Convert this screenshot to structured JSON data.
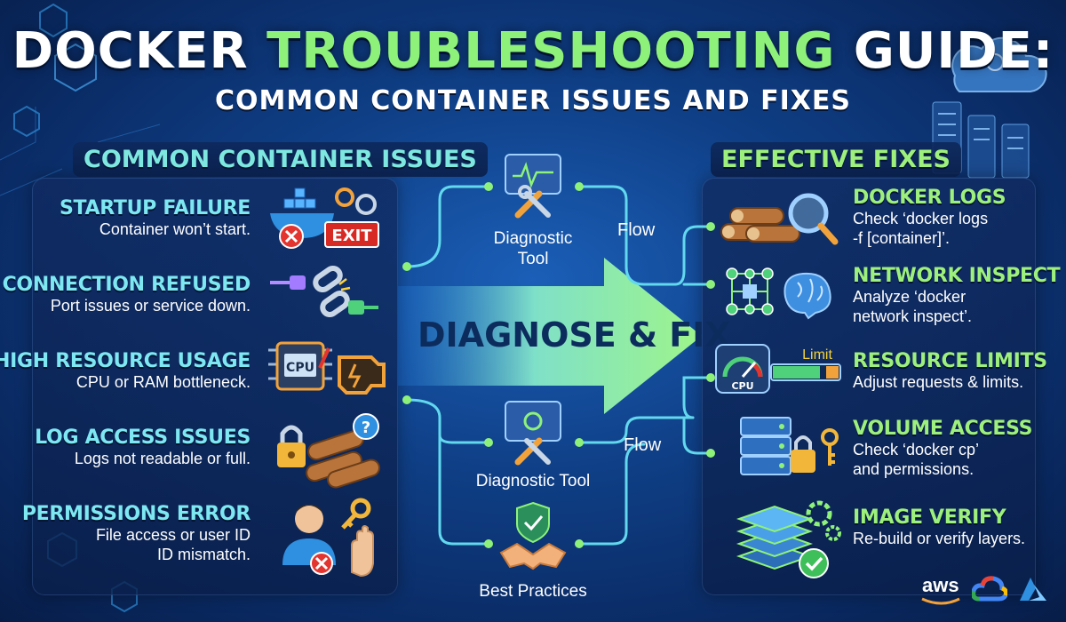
{
  "title": {
    "part1": "DOCKER ",
    "part2": "TROUBLESHOOTING",
    "part3": " GUIDE:"
  },
  "subtitle": "COMMON CONTAINER ISSUES AND FIXES",
  "left_heading": "COMMON CONTAINER ISSUES",
  "right_heading": "EFFECTIVE FIXES",
  "issues": [
    {
      "title": "STARTUP FAILURE",
      "desc": "Container won’t start.",
      "icon": "docker-exit-icon",
      "badge": "EXIT"
    },
    {
      "title": "CONNECTION REFUSED",
      "desc": "Port issues or service down.",
      "icon": "broken-chain-plug-icon"
    },
    {
      "title": "HIGH RESOURCE USAGE",
      "desc": "CPU or RAM bottleneck.",
      "icon": "cpu-engine-icon",
      "badge": "CPU"
    },
    {
      "title": "LOG ACCESS ISSUES",
      "desc": "Logs not readable or full.",
      "icon": "locked-logs-icon"
    },
    {
      "title": "PERMISSIONS ERROR",
      "desc": "File access or user ID",
      "desc2": "ID mismatch.",
      "icon": "user-key-icon"
    }
  ],
  "center": {
    "arrow_text": "DIAGNOSE & FIX",
    "top_tool": {
      "line1": "Diagnostic",
      "line2": "Tool"
    },
    "bottom_tool": "Diagnostic Tool",
    "best_practices": "Best Practices",
    "flow_top": "Flow",
    "flow_bottom": "Flow"
  },
  "fixes": [
    {
      "title": "DOCKER LOGS",
      "desc": "Check ‘docker logs\n-f [container]’.",
      "icon": "logs-magnifier-icon"
    },
    {
      "title": "NETWORK INSPECT",
      "desc": "Analyze ‘docker\nnetwork inspect’.",
      "icon": "network-brain-icon"
    },
    {
      "title": "RESOURCE LIMITS",
      "desc": "Adjust requests & limits.",
      "icon": "cpu-gauge-icon",
      "gauge_label": "CPU",
      "limit_label": "Limit",
      "fill": 0.72
    },
    {
      "title": "VOLUME ACCESS",
      "desc": "Check ‘docker cp’\nand permissions.",
      "icon": "volume-lock-icon"
    },
    {
      "title": "IMAGE VERIFY",
      "desc": "Re-build or verify layers.",
      "icon": "layers-verify-icon"
    }
  ],
  "logos": {
    "aws": "aws"
  },
  "colors": {
    "accent_green": "#8ef27a",
    "accent_cyan": "#7ee8f2",
    "background": "#0f3f86",
    "error_red": "#e3342f"
  }
}
